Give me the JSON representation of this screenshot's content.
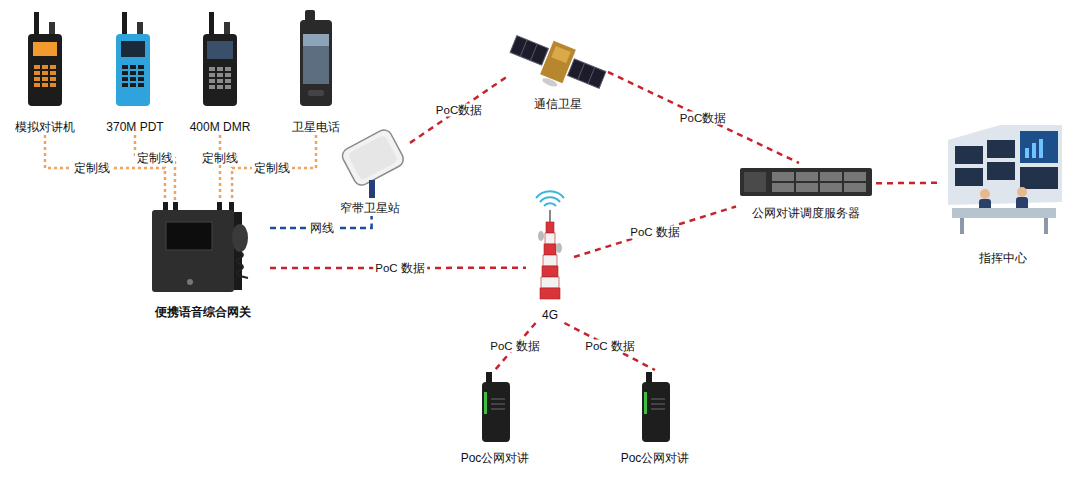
{
  "diagram": {
    "nodes": [
      {
        "text": [
          "模拟对讲机"
        ]
      },
      {
        "text": [
          "370M PDT"
        ]
      },
      {
        "text": [
          "400M DMR"
        ]
      },
      {
        "text": [
          "卫星电话"
        ]
      },
      {
        "text": [
          "通信卫星"
        ]
      },
      {
        "text": [
          "窄带卫星站"
        ]
      },
      {
        "text": [
          "便携语音综合网关"
        ]
      },
      {
        "text": [
          "公网对讲调度服务器"
        ]
      },
      {
        "text": [
          "指挥中心"
        ]
      },
      {
        "text": [
          "4G"
        ]
      },
      {
        "text": [
          "Poc公网对讲"
        ]
      },
      {
        "text": [
          "Poc公网对讲"
        ]
      }
    ],
    "edges": [
      {
        "from": 0,
        "to": 6,
        "label": "定制线",
        "arrow": "none"
      },
      {
        "from": 1,
        "to": 6,
        "label": "定制线",
        "arrow": "none"
      },
      {
        "from": 2,
        "to": 6,
        "label": "定制线",
        "arrow": "none"
      },
      {
        "from": 3,
        "to": 6,
        "label": "定制线",
        "arrow": "none"
      },
      {
        "from": 5,
        "to": 4,
        "label": "PoC数据",
        "arrow": "none"
      },
      {
        "from": 4,
        "to": 7,
        "label": "PoC数据",
        "arrow": "none"
      },
      {
        "from": 6,
        "to": 5,
        "label": "网线",
        "arrow": "none"
      },
      {
        "from": 6,
        "to": 9,
        "label": "PoC 数据",
        "arrow": "none"
      },
      {
        "from": 9,
        "to": 7,
        "label": "PoC 数据",
        "arrow": "none"
      },
      {
        "from": 7,
        "to": 8,
        "arrow": "none"
      },
      {
        "from": 9,
        "to": 10,
        "label": "PoC 数据",
        "arrow": "none"
      },
      {
        "from": 9,
        "to": 11,
        "label": "PoC 数据",
        "arrow": "none"
      }
    ]
  }
}
